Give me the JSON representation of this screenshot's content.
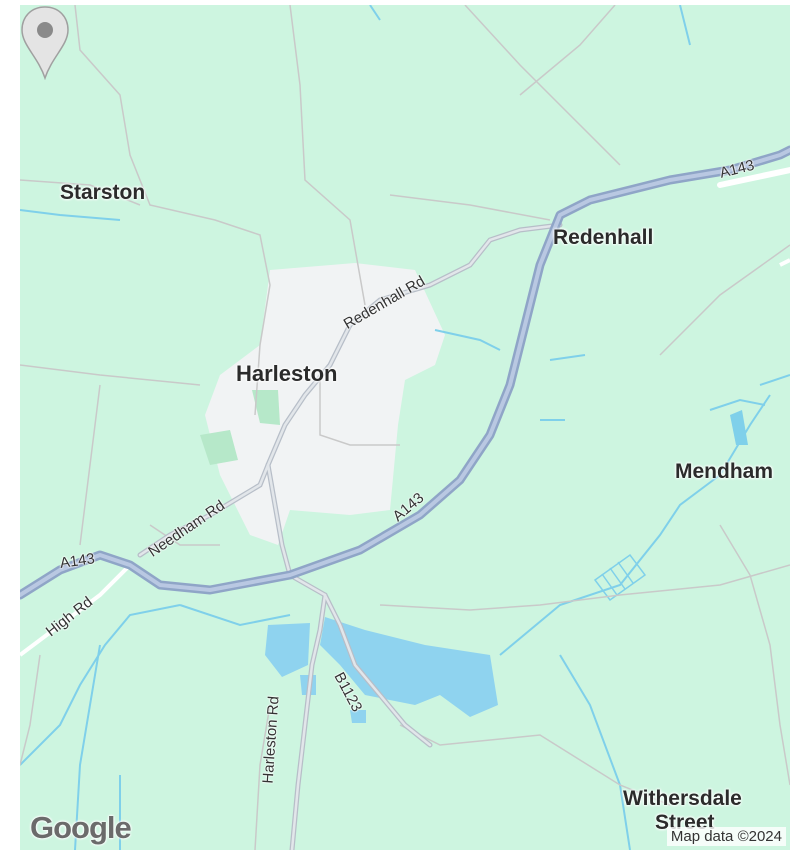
{
  "map": {
    "places": {
      "starston": "Starston",
      "redenhall": "Redenhall",
      "harleston": "Harleston",
      "mendham": "Mendham",
      "withersdale": "Withersdale",
      "withersdale_street": "Street"
    },
    "roads": {
      "a143_ne": "A143",
      "a143_center": "A143",
      "a143_w": "A143",
      "redenhall_rd": "Redenhall Rd",
      "needham_rd": "Needham Rd",
      "high_rd": "High Rd",
      "harleston_rd": "Harleston Rd",
      "b1123": "B1123"
    },
    "logo": "Google",
    "attribution": "Map data ©2024",
    "pin_icon": "map-pin-icon"
  }
}
